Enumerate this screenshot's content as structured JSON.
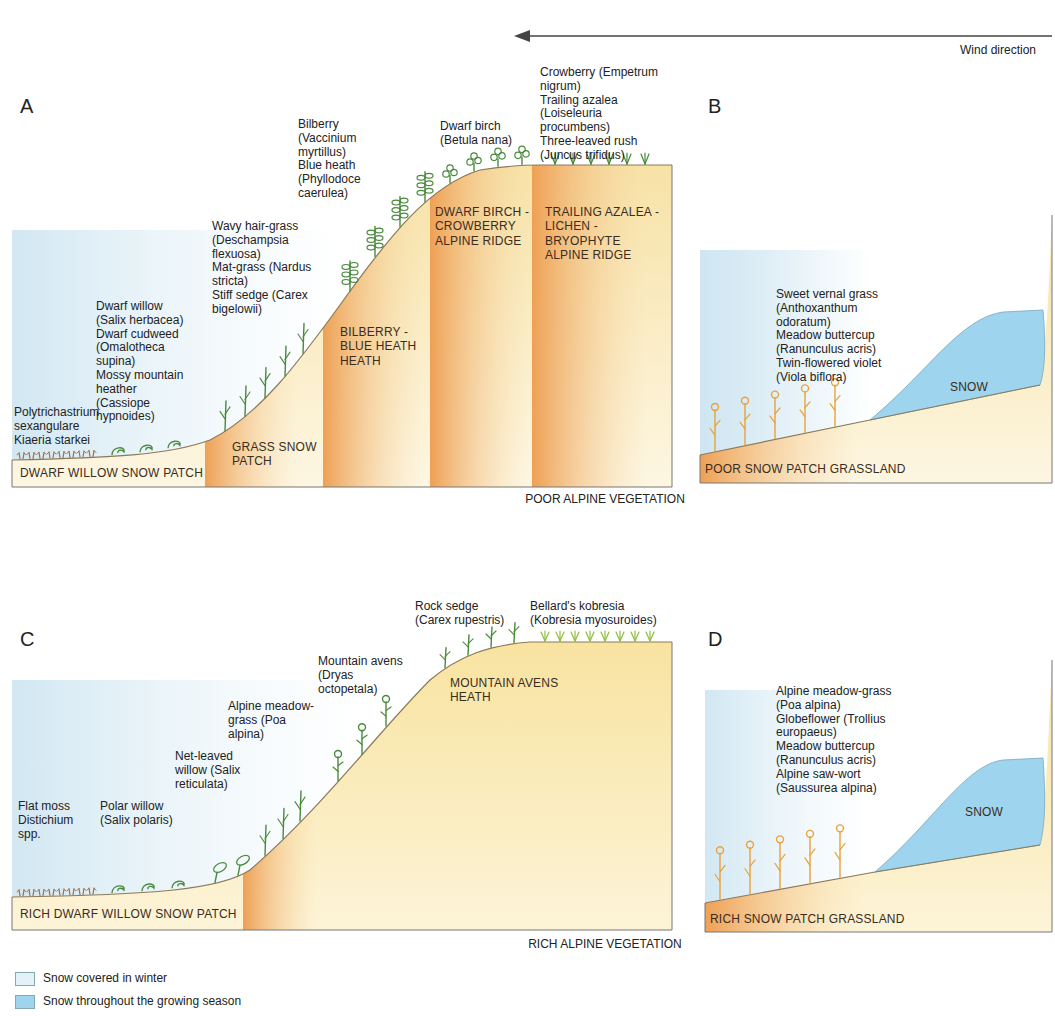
{
  "diagram": {
    "nodes": [
      {
        "text": [
          "A"
        ]
      },
      {
        "text": [
          "DWARF WILLOW SNOW PATCH"
        ],
        "in": 0
      },
      {
        "text": [
          "GRASS SNOW PATCH"
        ],
        "in": 0
      },
      {
        "text": [
          "BILBERRY - BLUE HEATH HEATH"
        ],
        "in": 0
      },
      {
        "text": [
          "DWARF BIRCH - CROWBERRY ALPINE RIDGE"
        ],
        "in": 0
      },
      {
        "text": [
          "TRAILING AZALEA - LICHEN - BRYOPHYTE ALPINE RIDGE"
        ],
        "in": 0
      },
      {
        "text": [
          "B"
        ]
      },
      {
        "text": [
          "POOR SNOW PATCH GRASSLAND"
        ],
        "in": 6
      },
      {
        "text": [
          "SNOW"
        ],
        "in": 6
      },
      {
        "text": [
          "C"
        ]
      },
      {
        "text": [
          "RICH DWARF WILLOW SNOW PATCH"
        ],
        "in": 9
      },
      {
        "text": [
          "MOUNTAIN AVENS HEATH"
        ],
        "in": 9
      },
      {
        "text": [
          "D"
        ]
      },
      {
        "text": [
          "RICH SNOW PATCH GRASSLAND"
        ],
        "in": 12
      },
      {
        "text": [
          "SNOW"
        ],
        "in": 12
      }
    ],
    "labels": [
      "Wind direction",
      "Polytrichastrium sexangulare",
      "Kiaeria starkei",
      "Dwarf willow (Salix herbacea)",
      "Dwarf cudweed (Omalotheca supina)",
      "Mossy mountain heather (Cassiope hypnoides)",
      "Wavy hair-grass (Deschampsia flexuosa)",
      "Mat-grass (Nardus stricta)",
      "Stiff sedge (Carex bigelowii)",
      "Bilberry (Vaccinium myrtillus)",
      "Blue heath (Phyllodoce caerulea)",
      "Dwarf birch (Betula nana)",
      "Crowberry (Empetrum nigrum)",
      "Trailing azalea (Loiseleuria procumbens)",
      "Three-leaved rush (Juncus trifidus)",
      "Sweet vernal grass (Anthoxanthum odoratum)",
      "Meadow buttercup (Ranunculus acris)",
      "Twin-flowered violet (Viola biflora)",
      "POOR ALPINE VEGETATION",
      "Flat moss Distichium spp.",
      "Polar willow (Salix polaris)",
      "Net-leaved willow (Salix reticulata)",
      "Alpine meadow-grass (Poa alpina)",
      "Mountain avens (Dryas octopetala)",
      "Rock sedge (Carex rupestris)",
      "Bellard's kobresia (Kobresia myosuroides)",
      "Alpine meadow-grass (Poa alpina)",
      "Globeflower (Trollius europaeus)",
      "Meadow buttercup (Ranunculus acris)",
      "Alpine saw-wort (Saussurea alpina)",
      "RICH ALPINE VEGETATION"
    ],
    "legend": [
      {
        "text": "Snow covered in winter",
        "color": "#e3f1f8"
      },
      {
        "text": "Snow throughout the growing season",
        "color": "#9fd4ee"
      }
    ]
  }
}
